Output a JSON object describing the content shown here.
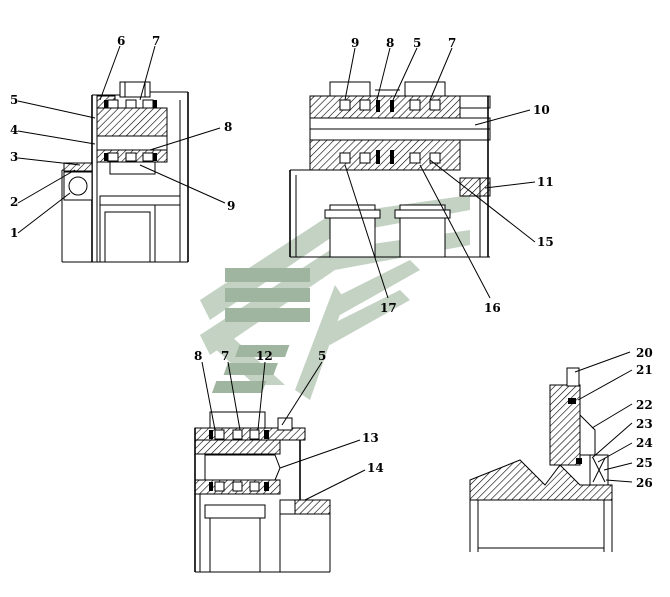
{
  "diagrams": [
    {
      "id": "top-left",
      "callouts": [
        "6",
        "7",
        "5",
        "4",
        "3",
        "8",
        "2",
        "9",
        "1"
      ]
    },
    {
      "id": "top-center",
      "callouts": [
        "9",
        "8",
        "5",
        "7",
        "10",
        "11",
        "15",
        "17",
        "16"
      ]
    },
    {
      "id": "bottom-center",
      "callouts": [
        "8",
        "7",
        "12",
        "5",
        "13",
        "14"
      ]
    },
    {
      "id": "bottom-right",
      "callouts": [
        "20",
        "21",
        "22",
        "23",
        "24",
        "25",
        "26"
      ]
    }
  ]
}
